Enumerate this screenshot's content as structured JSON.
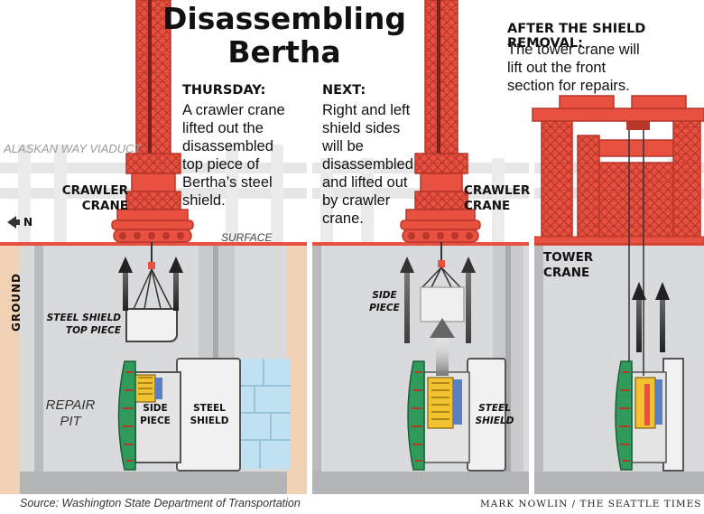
{
  "title": "Disassembling Bertha",
  "panels": [
    {
      "header": "THURSDAY:",
      "text": "A crawler crane lifted out the disassembled top piece of Bertha’s steel shield."
    },
    {
      "header": "NEXT:",
      "text": "Right and left shield sides will be disassembled and lifted out by crawler crane."
    },
    {
      "header": "AFTER THE SHIELD REMOVAL:",
      "text": "The tower crane will lift out the front section for repairs."
    }
  ],
  "labels": {
    "viaduct": "ALASKAN WAY VIADUCT",
    "north": "N",
    "crawler_crane_1": "CRAWLER CRANE",
    "crawler_crane_2": "CRAWLER CRANE",
    "surface": "SURFACE",
    "ground": "GROUND",
    "steel_shield_top_piece": "STEEL SHIELD TOP PIECE",
    "repair_pit": "REPAIR PIT",
    "side_piece_1": "SIDE PIECE",
    "steel_shield_1": "STEEL SHIELD",
    "side_piece_2": "SIDE PIECE",
    "steel_shield_2": "STEEL SHIELD",
    "tower_crane": "TOWER CRANE"
  },
  "source": "Source: Washington State Department of Transportation",
  "credit": "MARK NOWLIN / THE SEATTLE TIMES",
  "colors": {
    "crane": "#e8503f",
    "ground": "#f2d2b4",
    "pit": "#d9dadb",
    "wall": "#c9cacb",
    "cutterhead": "#2f9a5b",
    "concrete": "#bfe1f1",
    "drive_yellow": "#f2c230",
    "drive_blue": "#5b7fc0"
  }
}
